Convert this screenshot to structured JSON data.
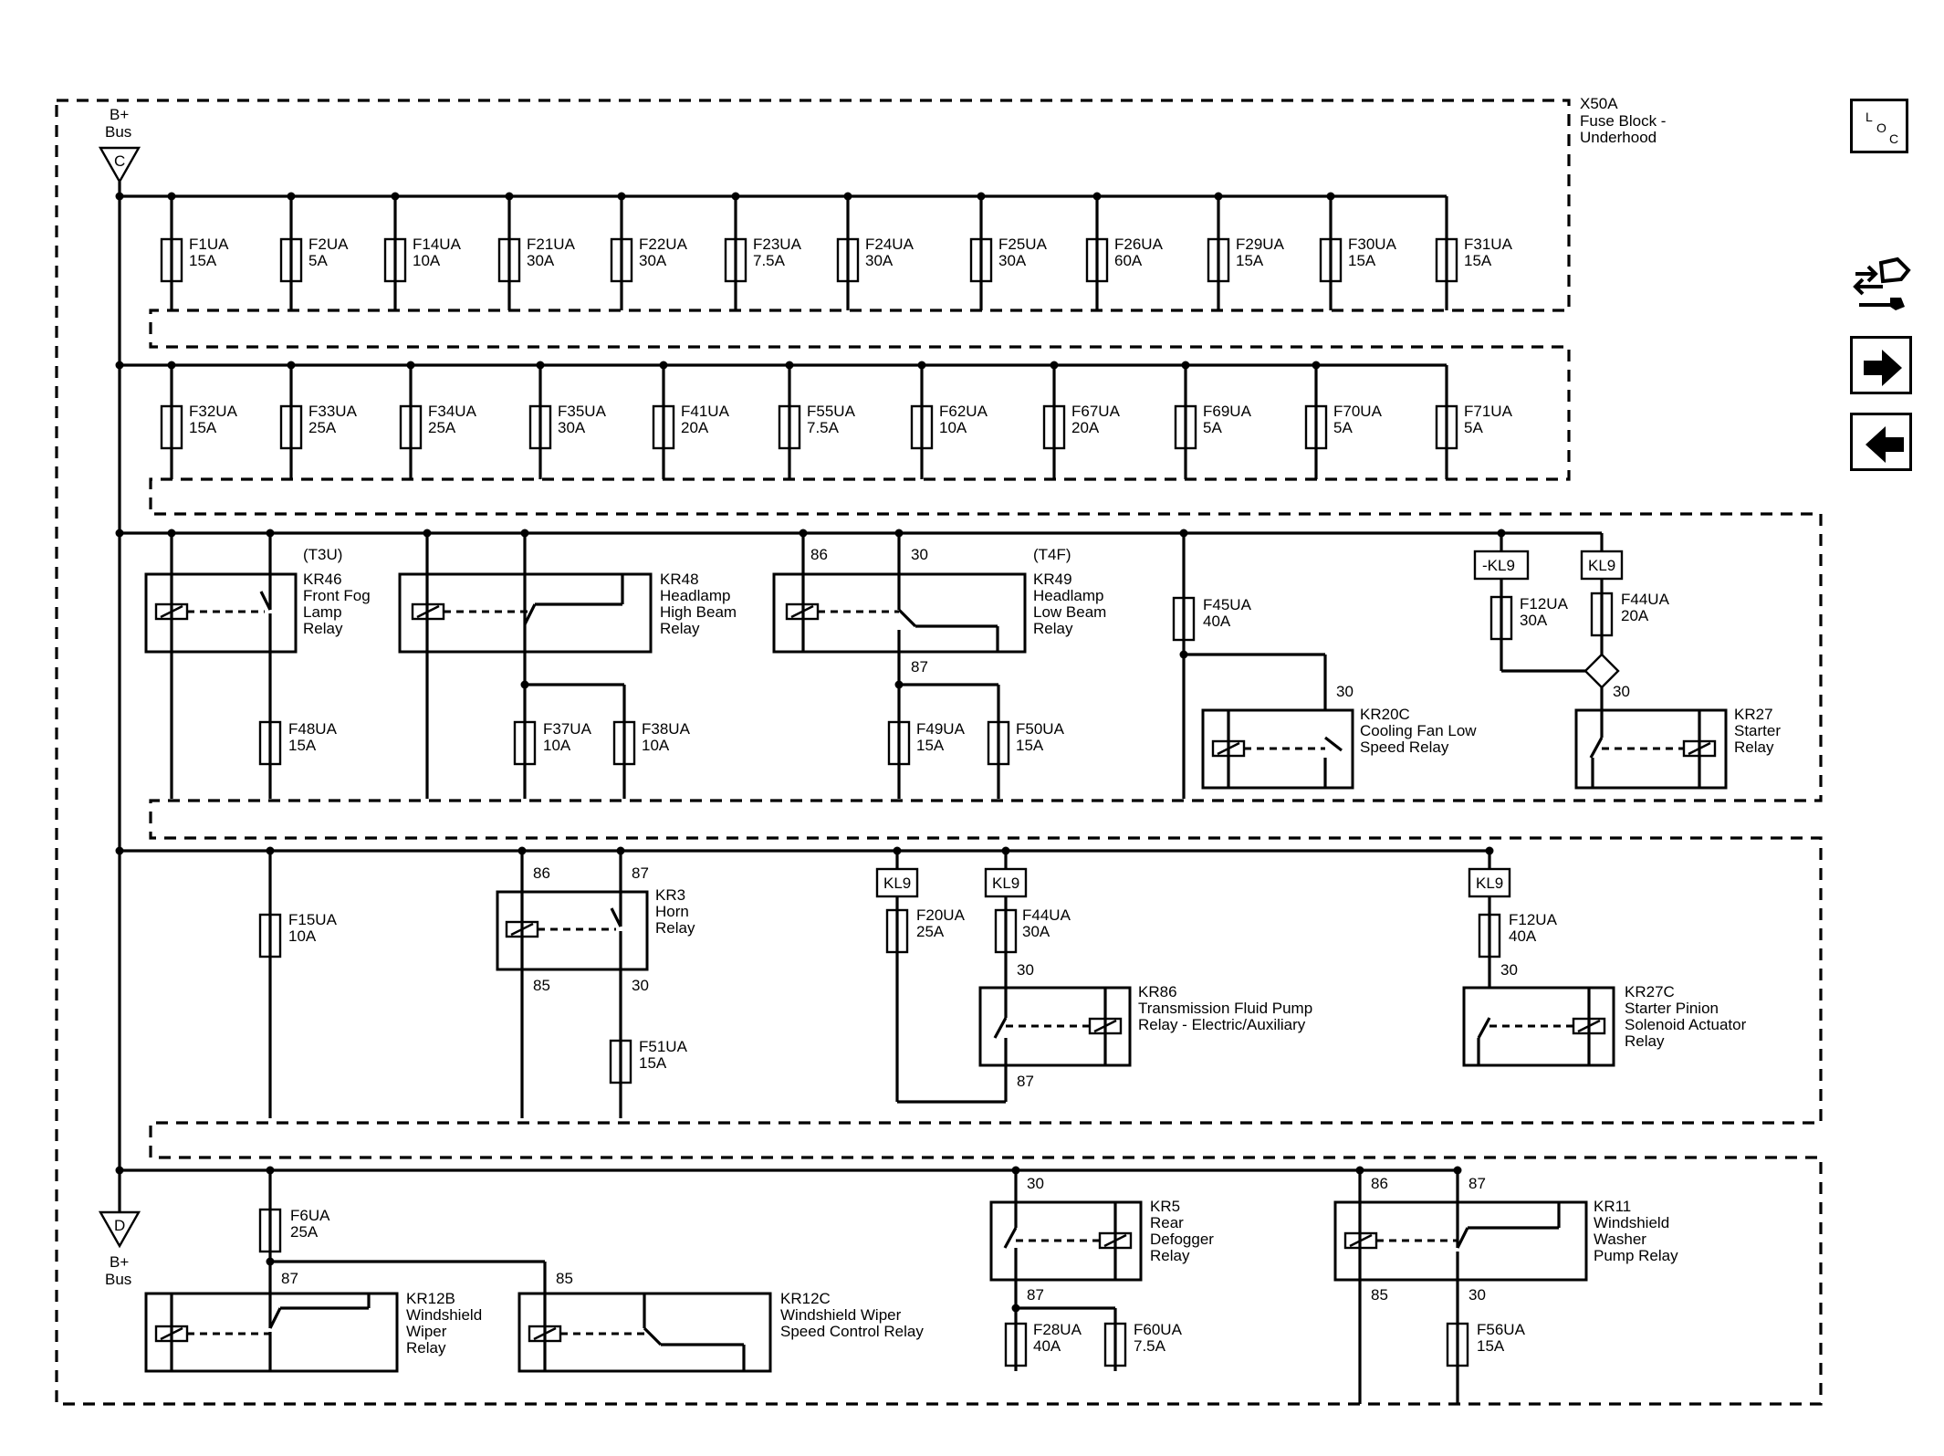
{
  "fuse_block": {
    "label_line1": "X50A",
    "label_line2": "Fuse Block -",
    "label_line3": "Underhood"
  },
  "bus_top": {
    "line1": "B+",
    "line2": "Bus",
    "letter": "C"
  },
  "bus_bottom": {
    "line1": "B+",
    "line2": "Bus",
    "letter": "D"
  },
  "row1_fuses": [
    {
      "name": "F1UA",
      "rating": "15A"
    },
    {
      "name": "F2UA",
      "rating": "5A"
    },
    {
      "name": "F14UA",
      "rating": "10A"
    },
    {
      "name": "F21UA",
      "rating": "30A"
    },
    {
      "name": "F22UA",
      "rating": "30A"
    },
    {
      "name": "F23UA",
      "rating": "7.5A"
    },
    {
      "name": "F24UA",
      "rating": "30A"
    },
    {
      "name": "F25UA",
      "rating": "30A"
    },
    {
      "name": "F26UA",
      "rating": "60A"
    },
    {
      "name": "F29UA",
      "rating": "15A"
    },
    {
      "name": "F30UA",
      "rating": "15A"
    },
    {
      "name": "F31UA",
      "rating": "15A"
    }
  ],
  "row2_fuses": [
    {
      "name": "F32UA",
      "rating": "15A"
    },
    {
      "name": "F33UA",
      "rating": "25A"
    },
    {
      "name": "F34UA",
      "rating": "25A"
    },
    {
      "name": "F35UA",
      "rating": "30A"
    },
    {
      "name": "F41UA",
      "rating": "20A"
    },
    {
      "name": "F55UA",
      "rating": "7.5A"
    },
    {
      "name": "F62UA",
      "rating": "10A"
    },
    {
      "name": "F67UA",
      "rating": "20A"
    },
    {
      "name": "F69UA",
      "rating": "5A"
    },
    {
      "name": "F70UA",
      "rating": "5A"
    },
    {
      "name": "F71UA",
      "rating": "5A"
    }
  ],
  "row3": {
    "kr46": {
      "option": "(T3U)",
      "id": "KR46",
      "l1": "Front Fog",
      "l2": "Lamp",
      "l3": "Relay"
    },
    "kr48": {
      "id": "KR48",
      "l1": "Headlamp",
      "l2": "High Beam",
      "l3": "Relay"
    },
    "kr49": {
      "option": "(T4F)",
      "id": "KR49",
      "l1": "Headlamp",
      "l2": "Low Beam",
      "l3": "Relay",
      "pin_a": "86",
      "pin_b": "30",
      "pin_c": "87"
    },
    "kr20c": {
      "id": "KR20C",
      "l1": "Cooling Fan Low",
      "l2": "Speed Relay",
      "pin": "30"
    },
    "kr27": {
      "id": "KR27",
      "l1": "Starter",
      "l2": "Relay",
      "pin": "30"
    },
    "tag_nkl9": "-KL9",
    "tag_kl9": "KL9",
    "fuses": {
      "f48": {
        "name": "F48UA",
        "rating": "15A"
      },
      "f37": {
        "name": "F37UA",
        "rating": "10A"
      },
      "f38": {
        "name": "F38UA",
        "rating": "10A"
      },
      "f49": {
        "name": "F49UA",
        "rating": "15A"
      },
      "f50": {
        "name": "F50UA",
        "rating": "15A"
      },
      "f45": {
        "name": "F45UA",
        "rating": "40A"
      },
      "f12": {
        "name": "F12UA",
        "rating": "30A"
      },
      "f44": {
        "name": "F44UA",
        "rating": "20A"
      }
    }
  },
  "row4": {
    "f15": {
      "name": "F15UA",
      "rating": "10A"
    },
    "kr3": {
      "id": "KR3",
      "l1": "Horn",
      "l2": "Relay",
      "pin86": "86",
      "pin87": "87",
      "pin85": "85",
      "pin30": "30"
    },
    "f51": {
      "name": "F51UA",
      "rating": "15A"
    },
    "tag_a": "KL9",
    "tag_b": "KL9",
    "tag_c": "KL9",
    "f20": {
      "name": "F20UA",
      "rating": "25A"
    },
    "f44": {
      "name": "F44UA",
      "rating": "30A"
    },
    "kr86": {
      "id": "KR86",
      "l1": "Transmission Fluid Pump",
      "l2": "Relay - Electric/Auxiliary",
      "pin30": "30",
      "pin87": "87"
    },
    "f12": {
      "name": "F12UA",
      "rating": "40A"
    },
    "kr27c": {
      "id": "KR27C",
      "l1": "Starter Pinion",
      "l2": "Solenoid Actuator",
      "l3": "Relay",
      "pin30": "30"
    }
  },
  "row5": {
    "f6": {
      "name": "F6UA",
      "rating": "25A"
    },
    "kr12b": {
      "id": "KR12B",
      "l1": "Windshield",
      "l2": "Wiper",
      "l3": "Relay",
      "pin87": "87"
    },
    "kr12c": {
      "id": "KR12C",
      "l1": "Windshield Wiper",
      "l2": "Speed Control Relay",
      "pin85": "85"
    },
    "kr5": {
      "id": "KR5",
      "l1": "Rear",
      "l2": "Defogger",
      "l3": "Relay",
      "pin30": "30",
      "pin87": "87"
    },
    "f28": {
      "name": "F28UA",
      "rating": "40A"
    },
    "f60": {
      "name": "F60UA",
      "rating": "7.5A"
    },
    "kr11": {
      "id": "KR11",
      "l1": "Windshield",
      "l2": "Washer",
      "l3": "Pump Relay",
      "pin86": "86",
      "pin87": "87",
      "pin85": "85",
      "pin30": "30"
    },
    "f56": {
      "name": "F56UA",
      "rating": "15A"
    }
  },
  "nav": {
    "loc_l": "L",
    "loc_o": "O",
    "loc_c": "C",
    "icons": [
      "location-icon",
      "connector-tools-icon",
      "next-arrow-icon",
      "previous-arrow-icon"
    ]
  }
}
